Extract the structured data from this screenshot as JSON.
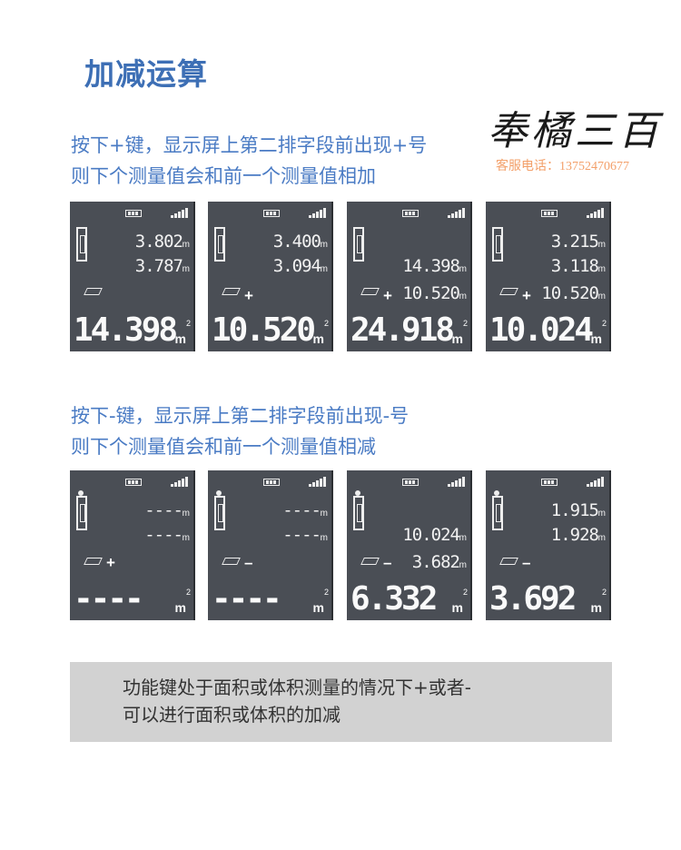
{
  "title": "加减运算",
  "watermark": {
    "seal": "奉橘三百",
    "phone": "客服电话：13752470677"
  },
  "add_section": {
    "line1": "按下+键，显示屏上第二排字段前出现+号",
    "line2": "则下个测量值会和前一个测量值相加",
    "screens": [
      {
        "l1": "3.802",
        "l2": "3.787",
        "l3": "",
        "op": "",
        "big": "14.398"
      },
      {
        "l1": "3.400",
        "l2": "3.094",
        "l3": "",
        "op": "+",
        "big": "10.520"
      },
      {
        "l1": "",
        "l2": "14.398",
        "l3": "10.520",
        "op": "+",
        "big": "24.918"
      },
      {
        "l1": "3.215",
        "l2": "3.118",
        "l3": "10.520",
        "op": "+",
        "big": "10.024"
      }
    ]
  },
  "sub_section": {
    "line1": "按下-键，显示屏上第二排字段前出现-号",
    "line2": "则下个测量值会和前一个测量值相减",
    "screens": [
      {
        "l1": "----",
        "l2": "----",
        "l3": "",
        "op": "+",
        "big": "----"
      },
      {
        "l1": "----",
        "l2": "----",
        "l3": "",
        "op": "–",
        "big": "----"
      },
      {
        "l1": "",
        "l2": "10.024",
        "l3": "3.682",
        "op": "–",
        "big": "6.332"
      },
      {
        "l1": "1.915",
        "l2": "1.928",
        "l3": "",
        "op": "–",
        "big": "3.692"
      }
    ]
  },
  "note": {
    "line1": "功能键处于面积或体积测量的情况下+或者-",
    "line2": "可以进行面积或体积的加减"
  },
  "units": {
    "m": "m",
    "sq": "2"
  }
}
